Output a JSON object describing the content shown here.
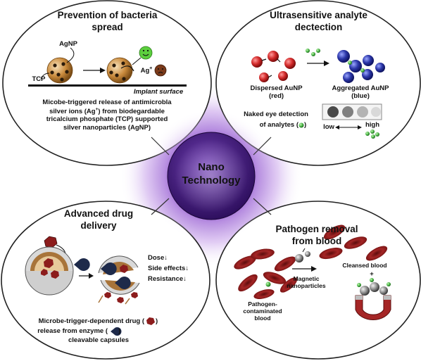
{
  "center": {
    "line1": "Nano",
    "line2": "Technology"
  },
  "panels": {
    "bacteria": {
      "title_line1": "Prevention of bacteria",
      "title_line2": "spread",
      "agnp_label": "AgNP",
      "tcp_label": "TCP",
      "ag_ion_label": "Ag",
      "ag_ion_charge": "+",
      "surface_label": "Implant surface",
      "caption": [
        "Micobe-triggered release of antimicrobla",
        "silver ions (Ag",
        "+",
        ") from biodegardable",
        "tricalcium phosphate (TCP) supported",
        "silver nanoparticles (AgNP)"
      ]
    },
    "analyte": {
      "title_line1": "Ultrasensitive analyte",
      "title_line2": "dectection",
      "dispersed_line1": "Dispersed AuNP",
      "dispersed_line2": "(red)",
      "aggregated_line1": "Aggregated AuNP",
      "aggregated_line2": "(blue)",
      "naked_eye_line1": "Naked eye detection",
      "naked_eye_line2": "of analytes (",
      "naked_eye_line2_end": ")",
      "low_label": "low",
      "high_label": "high"
    },
    "drug": {
      "title_line1": "Advanced drug",
      "title_line2": "delivery",
      "dose_label": "Dose↓",
      "side_effects_label": "Side effects↓",
      "resistance_label": "Resistance↓",
      "caption_line1": "Microbe-trigger-dependent drug (",
      "caption_line1_end": ")",
      "caption_line2": "release from enzyme (",
      "caption_line2_end": ")",
      "caption_line3": "cleavable capsules"
    },
    "pathogen": {
      "title_line1": "Pathogen removal",
      "title_line2": "from blood",
      "magnetic_line1": "Magnetic",
      "magnetic_line2": "nanoparticles",
      "cleansed_label": "Cleansed blood",
      "plus_label": "+",
      "contaminated_line1": "Pathogen-",
      "contaminated_line2": "contaminated",
      "contaminated_line3": "blood"
    }
  },
  "colors": {
    "glow_core": "#3a1470",
    "glow_mid": "#7d3fc0",
    "glow_outer": "#e3cdf5",
    "rbc": "#8c1c1c",
    "gold_np": "#c98a3c",
    "red_np": "#d23030",
    "blue_np": "#2b36a8",
    "green_np": "#4db84a"
  }
}
